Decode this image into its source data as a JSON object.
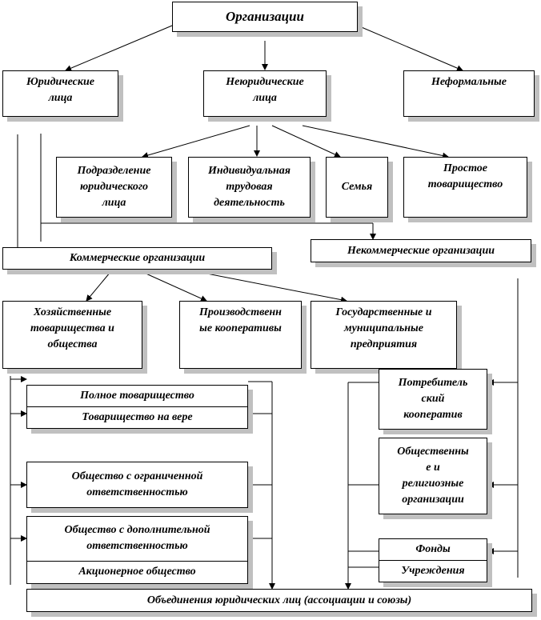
{
  "root": "Организации",
  "level1": {
    "legal": "Юридические\nлица",
    "non_legal": "Неюридические\nлица",
    "informal": "Неформальные"
  },
  "non_legal_children": {
    "subdivision": "Подразделение\nюридического\nлица",
    "individual": "Индивидуальная\nтрудовая\nдеятельность",
    "family": "Семья",
    "simple_partnership": "Простое\nтоварищество"
  },
  "commercial": "Коммерческие организации",
  "non_commercial": "Некоммерческие организации",
  "commercial_children": {
    "business": "Хозяйственные\nтоварищества и\nобщества",
    "production": "Производственн\nые кооперативы",
    "state": "Государственные и\nмуниципальные\nпредприятия"
  },
  "business_forms": {
    "full": "Полное товарищество",
    "limited_partnership": "Товарищество на вере",
    "llc": "Общество с ограниченной\nответственностью",
    "alc": "Общество с дополнительной\nответственностью",
    "jsc": "Акционерное общество"
  },
  "non_commercial_forms": {
    "consumer": "Потребитель\nский\nкооператив",
    "public_religious": "Общественны\nе и\nрелигиозные\nорганизации",
    "funds": "Фонды",
    "institutions": "Учреждения"
  },
  "associations": "Объединения юридических лиц (ассоциации и союзы)"
}
